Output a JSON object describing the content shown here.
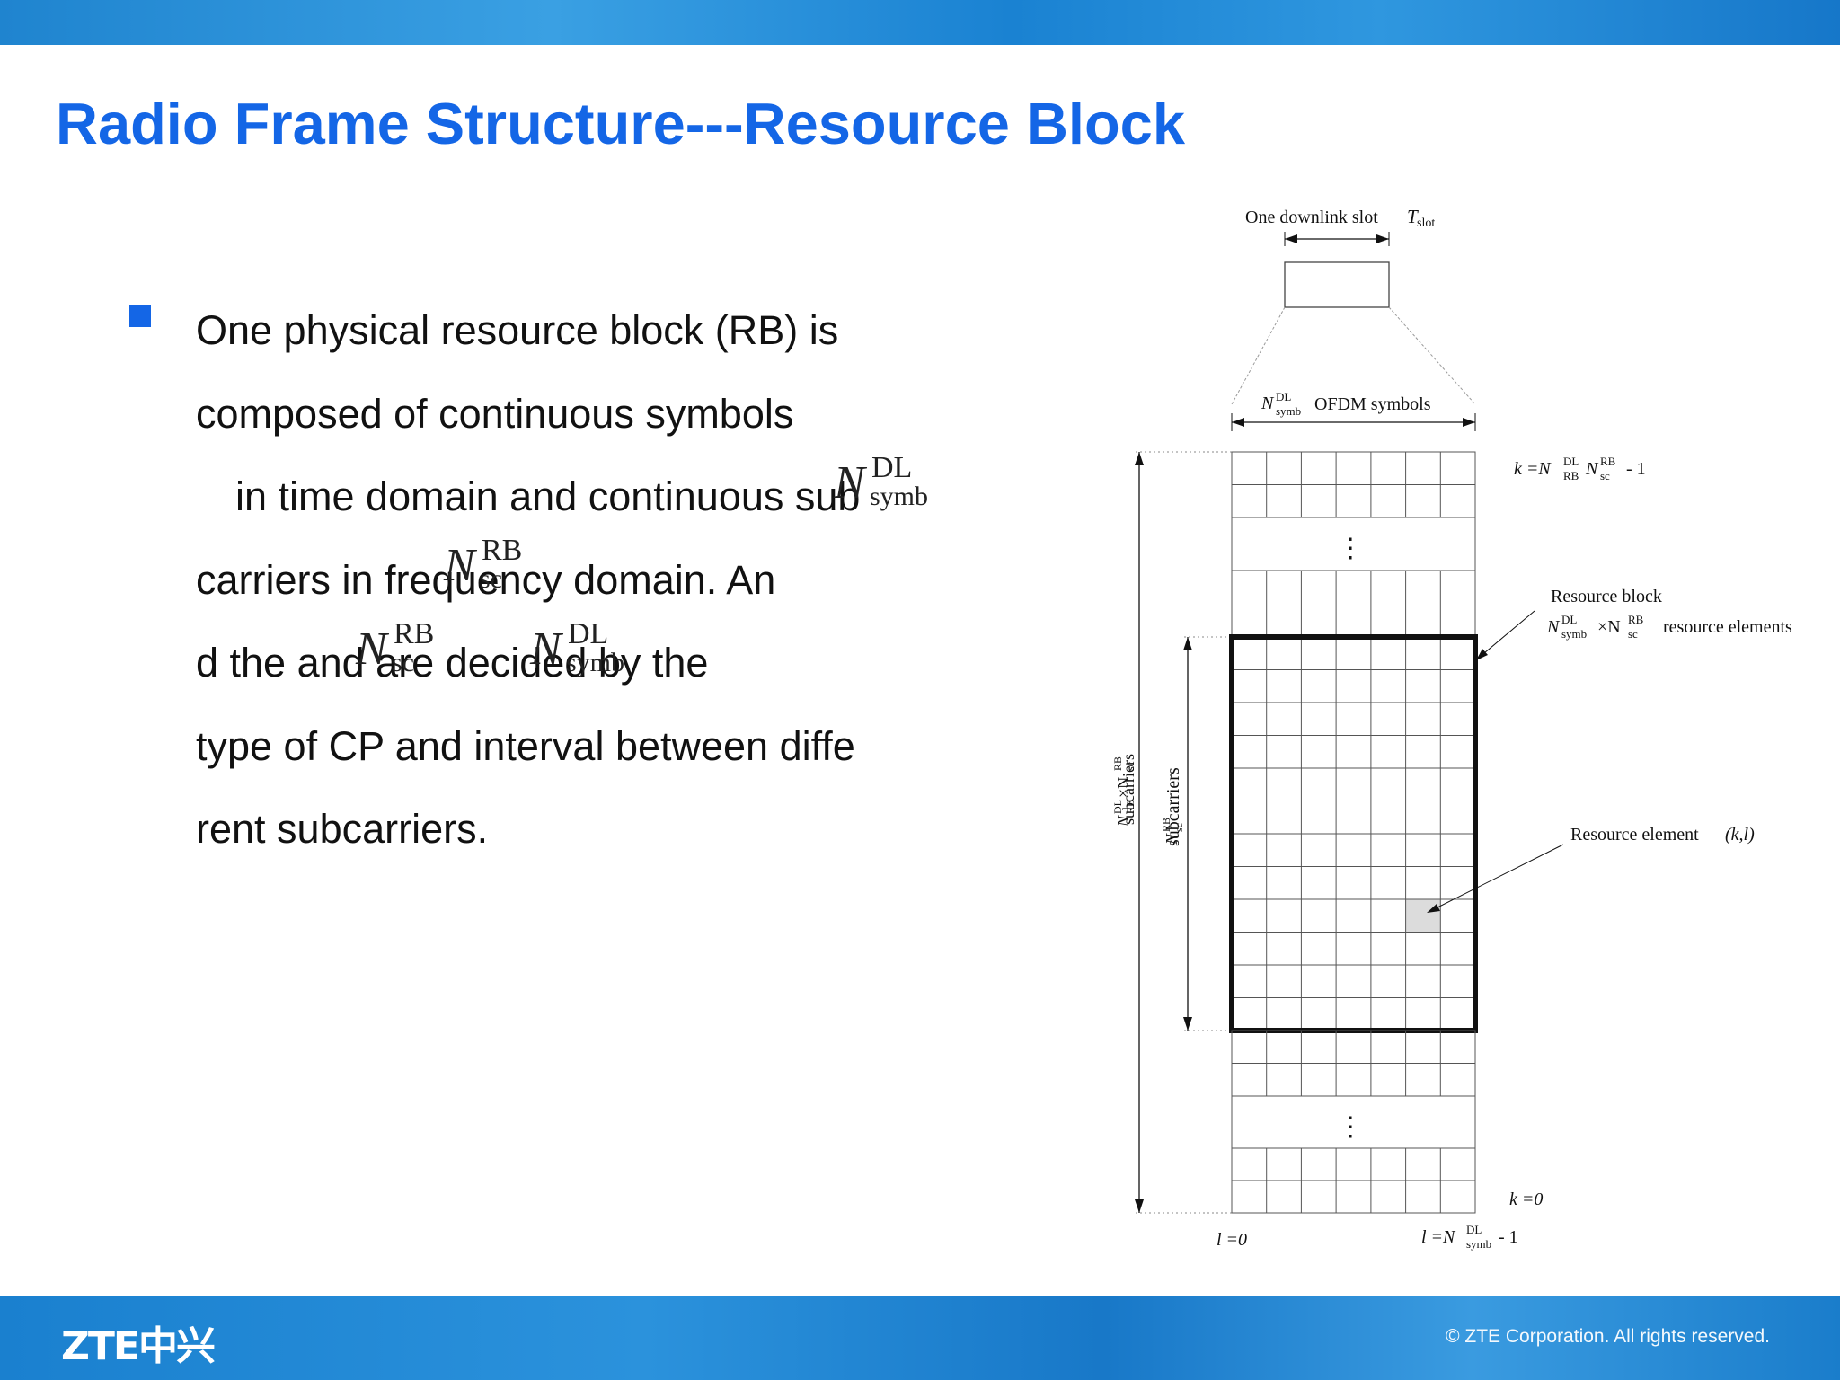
{
  "slide": {
    "title": "Radio Frame Structure---Resource Block",
    "paragraph_lines": [
      "One physical resource block (RB) is",
      "composed of continuous symbols",
      "in time domain and continuous sub",
      "carriers in frequency domain. An",
      "d the and are decided by the",
      "type of CP and interval between diffe",
      "rent subcarriers."
    ]
  },
  "math": {
    "N": "N",
    "sup_DL": "DL",
    "sup_RB": "RB",
    "sub_symb": "symb",
    "sub_sc": "sc"
  },
  "diagram": {
    "slot_label": "One downlink slot",
    "T": "T",
    "slot_sub": "slot",
    "ofdm_label": "OFDM symbols",
    "k_top_eq": "k =N",
    "k_top_tail": "- 1",
    "rb_label": "Resource block",
    "rb_times": "×N",
    "rb_elements": "resource elements",
    "subcarriers_label": "subcarriers",
    "left_axis_prefix": "N",
    "left_axis_mid": "×N",
    "re_label": "Resource element",
    "re_coords": "(k,l)",
    "k_bottom": "k =0",
    "l_left": "l =0",
    "l_right_eq": "l =N",
    "l_right_tail": "- 1",
    "vdots": "⋮"
  },
  "footer": {
    "logo": "ZTE中兴",
    "copyright": "© ZTE Corporation. All rights reserved."
  },
  "colors": {
    "title": "#1466e6",
    "bands": "#1f84cf",
    "re_highlight": "#dcdcdc"
  }
}
